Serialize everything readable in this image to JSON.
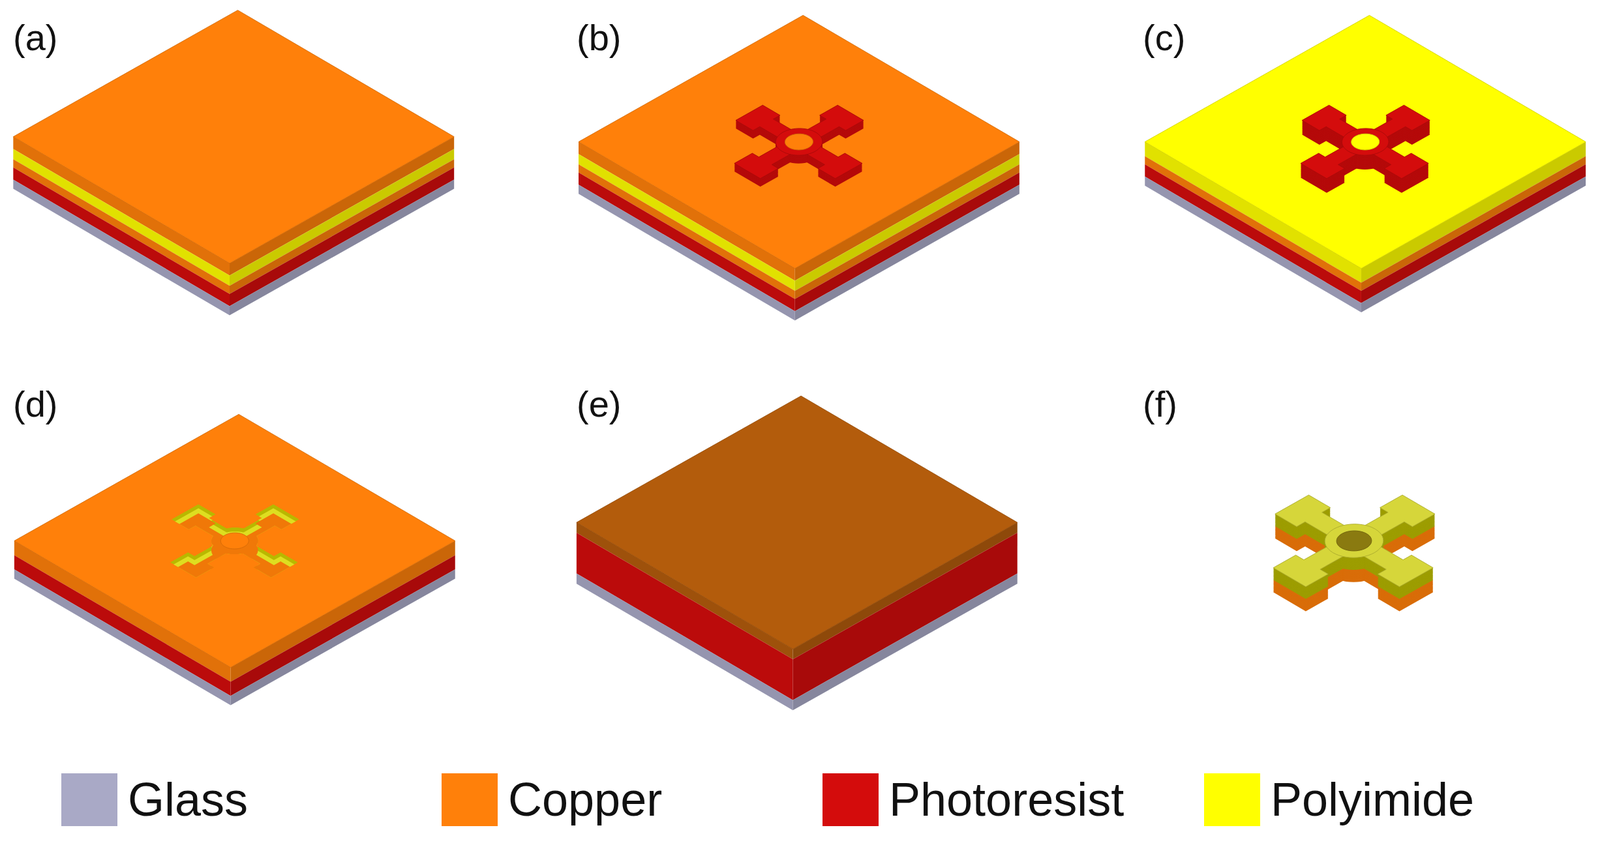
{
  "diagram": {
    "labels": [
      "(a)",
      "(b)",
      "(c)",
      "(d)",
      "(e)",
      "(f)"
    ],
    "legend": [
      {
        "text": "Glass",
        "color": "#a9a9c6"
      },
      {
        "text": "Copper",
        "color": "#ff800a"
      },
      {
        "text": "Photoresist",
        "color": "#d40c0c"
      },
      {
        "text": "Polyimide",
        "color": "#ffff00"
      }
    ]
  }
}
